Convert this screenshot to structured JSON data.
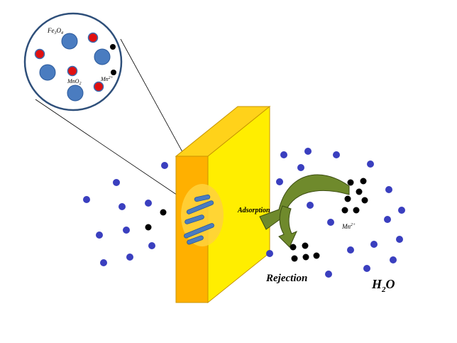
{
  "labels": {
    "fe3o4": "Fe",
    "fe3o4_sub1": "3",
    "fe3o4_o": "O",
    "fe3o4_sub2": "4",
    "mno2": "MnO",
    "mno2_sub": "2",
    "mn_inset": "Mn",
    "mn_inset_sup": "2+",
    "adsorption": "Adsorption",
    "rejection": "Rejection",
    "mn_right": "Mn",
    "mn_right_sup": "2+",
    "h2o_h": "H",
    "h2o_sub": "2",
    "h2o_o": "O"
  },
  "colors": {
    "water_dot": "#3a3fbf",
    "mn_dot": "#000000",
    "fe3o4_particle": "#4a7cc0",
    "mno2_particle": "#e01010",
    "membrane_face": "#ffee00",
    "membrane_side": "#ffb000",
    "membrane_top": "#ffd21a",
    "arrow_fill": "#6f8a2c",
    "channel": "#4a7cc0"
  }
}
